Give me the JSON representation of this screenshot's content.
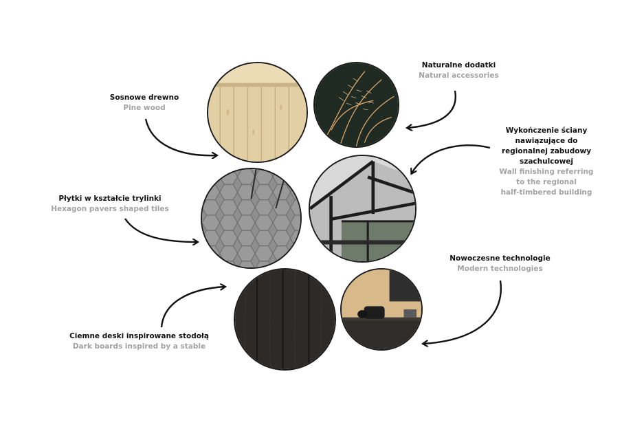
{
  "labels": {
    "pine": {
      "pl": "Sosnowe drewno",
      "en": "Pine wood"
    },
    "natural": {
      "pl": "Naturalne dodatki",
      "en": "Natural accessories"
    },
    "wall": {
      "pl": [
        "Wykończenie ściany",
        "nawiązujące do",
        "regionalnej zabudowy",
        "szachulcowej"
      ],
      "en": [
        "Wall finishing referring",
        "to the regional",
        "half-timbered building"
      ]
    },
    "hexagon": {
      "pl": "Płytki w kształcie trylinki",
      "en": "Hexagon pavers shaped tiles"
    },
    "modern": {
      "pl": "Nowoczesne technologie",
      "en": "Modern technologies"
    },
    "dark": {
      "pl": "Ciemne deski inspirowane stodołą",
      "en": "Dark boards inspired by a stable"
    }
  },
  "colors": {
    "pine": "#e2cfa4",
    "grass_bg": "#1e2a22",
    "grass": "#d9a46a",
    "tiles": "#8e8e8e",
    "frame": "#1c1c1c",
    "dark_boards": "#2d2a28",
    "tech_wood": "#d8b98a",
    "arrow": "#111111"
  }
}
